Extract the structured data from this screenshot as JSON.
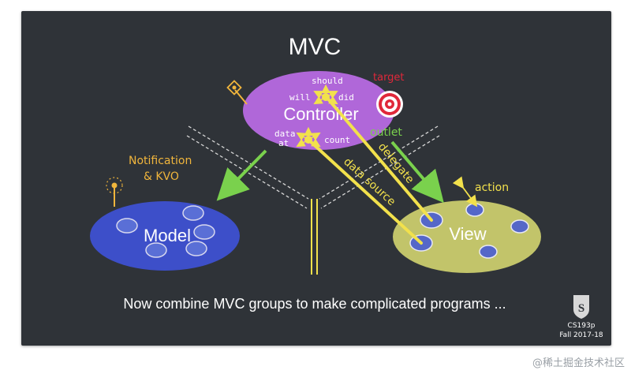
{
  "slide": {
    "title": "MVC",
    "controller_label": "Controller",
    "model_label": "Model",
    "view_label": "View",
    "annotations": {
      "should": "should",
      "will": "will",
      "did": "did",
      "data_at": [
        "data",
        "at"
      ],
      "count": "count",
      "target": "target",
      "outlet": "outlet",
      "delegate": "delegate",
      "data_source": "data source",
      "action": "action",
      "notification": [
        "Notification",
        "& KVO"
      ]
    },
    "caption": "Now combine MVC groups to make complicated programs ...",
    "course": {
      "code": "CS193p",
      "term": "Fall 2017-18",
      "logo": "S"
    }
  },
  "watermark": "@稀土掘金技术社区",
  "colors": {
    "board": "#2f3338",
    "controller": "#b067d9",
    "model": "#3d4fc9",
    "view": "#c2c46a",
    "yellow": "#f2e14c",
    "green": "#7ad14d",
    "orange": "#f0b53c",
    "target_red": "#e0283a"
  }
}
